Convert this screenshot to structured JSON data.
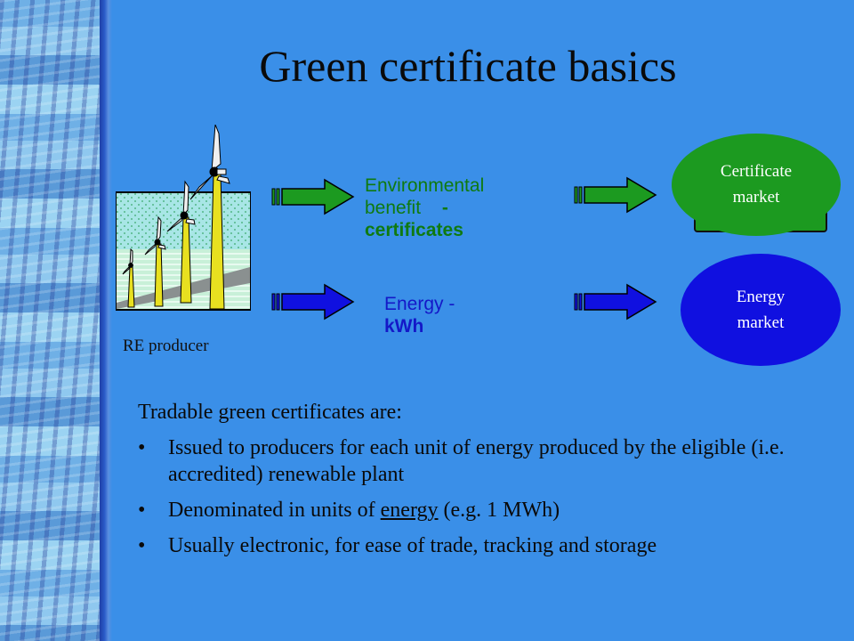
{
  "title": "Green certificate basics",
  "producer": {
    "label": "RE producer"
  },
  "flows": {
    "environmental": {
      "line1": "Environmental",
      "line2_a": "benefit",
      "line2_b": "-",
      "line3": "certificates"
    },
    "energy": {
      "line1": "Energy -",
      "line2": "kWh"
    }
  },
  "markets": {
    "certificate": {
      "line1": "Certificate",
      "line2": "market"
    },
    "energy": {
      "line1": "Energy",
      "line2": "market"
    }
  },
  "body": {
    "intro": "Tradable green certificates are:",
    "bullet_symbol": "•",
    "bullets": {
      "b1": "Issued to producers for each unit of energy produced by the eligible (i.e. accredited) renewable plant",
      "b2_pre": "Denominated in units of ",
      "b2_u": "energy",
      "b2_post": " (e.g. 1 MWh)",
      "b3": "Usually electronic, for ease of trade, tracking and storage"
    }
  },
  "colors": {
    "background": "#3a8fe8",
    "certificate_green": "#1c9a20",
    "energy_blue": "#1010e0",
    "label_green": "#0f7a10",
    "label_blue": "#1418c8"
  },
  "icons": [
    "wind-turbine-icon",
    "arrow-right-icon"
  ]
}
